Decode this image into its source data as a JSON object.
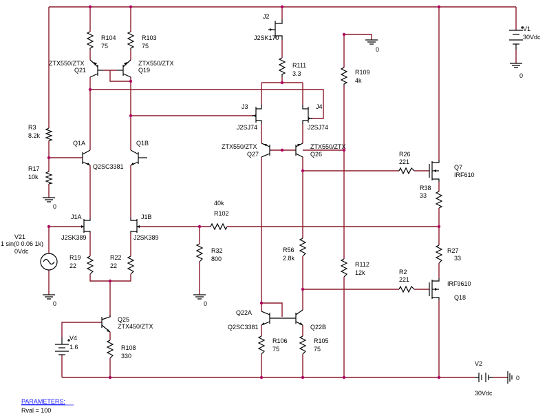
{
  "components": {
    "V1": {
      "name": "V1",
      "value": "30Vdc"
    },
    "V2": {
      "name": "V2",
      "value": "30Vdc"
    },
    "V4": {
      "name": "V4",
      "value": "1.6"
    },
    "V21": {
      "name": "V21",
      "value": "1 sin(0 0.06 1k)",
      "value2": "0Vdc"
    },
    "J2": {
      "name": "J2",
      "value": "J2SK170"
    },
    "J3": {
      "name": "J3",
      "value": "J2SJ74"
    },
    "J4": {
      "name": "J4",
      "value": "J2SJ74"
    },
    "J1A": {
      "name": "J1A",
      "value": "J2SK389"
    },
    "J1B": {
      "name": "J1B",
      "value": "J2SK389"
    },
    "Q21": {
      "name": "Q21",
      "value": "ZTX550/ZTX"
    },
    "Q19": {
      "name": "Q19",
      "value": "ZTX550/ZTX"
    },
    "Q27": {
      "name": "Q27",
      "value": "ZTX550/ZTX"
    },
    "Q26": {
      "name": "Q26",
      "value": "ZTX550/ZTX"
    },
    "Q1A": {
      "name": "Q1A",
      "value": "Q2SC3381"
    },
    "Q1B": {
      "name": "Q1B"
    },
    "Q22A": {
      "name": "Q22A",
      "value": "Q2SC3381"
    },
    "Q22B": {
      "name": "Q22B"
    },
    "Q25": {
      "name": "Q25",
      "value": "ZTX450/ZTX"
    },
    "Q7": {
      "name": "Q7",
      "value": "IRF610"
    },
    "Q18": {
      "name": "Q18",
      "value": "IRF9610"
    },
    "R104": {
      "name": "R104",
      "value": "75"
    },
    "R103": {
      "name": "R103",
      "value": "75"
    },
    "R111": {
      "name": "R111",
      "value": "3.3"
    },
    "R109": {
      "name": "R109",
      "value": "4k"
    },
    "R3": {
      "name": "R3",
      "value": "8.2k"
    },
    "R17": {
      "name": "R17",
      "value": "10k"
    },
    "R26": {
      "name": "R26",
      "value": "221"
    },
    "R38": {
      "name": "R38",
      "value": "33"
    },
    "R102": {
      "name": "R102",
      "value": "40k"
    },
    "R32": {
      "name": "R32",
      "value": "800"
    },
    "R19": {
      "name": "R19",
      "value": "22"
    },
    "R22": {
      "name": "R22",
      "value": "22"
    },
    "R56": {
      "name": "R56",
      "value": "2.8k"
    },
    "R112": {
      "name": "R112",
      "value": "12k"
    },
    "R27": {
      "name": "R27",
      "value": "33"
    },
    "R2": {
      "name": "R2",
      "value": "221"
    },
    "R106": {
      "name": "R106",
      "value": "75"
    },
    "R105": {
      "name": "R105",
      "value": "75"
    },
    "R108": {
      "name": "R108",
      "value": "330"
    }
  },
  "grounds": {
    "g1": "0",
    "g2": "0",
    "g3": "0",
    "g4": "0",
    "g5": "0",
    "g6": "0",
    "g7": "0"
  },
  "parameters": {
    "title": "PARAMETERS:",
    "rval": "Rval = 100"
  },
  "colors": {
    "wire": "#8b1a2b",
    "junction": "#b0005f",
    "component": "#000000",
    "parameters_title": "#1a1aff"
  }
}
